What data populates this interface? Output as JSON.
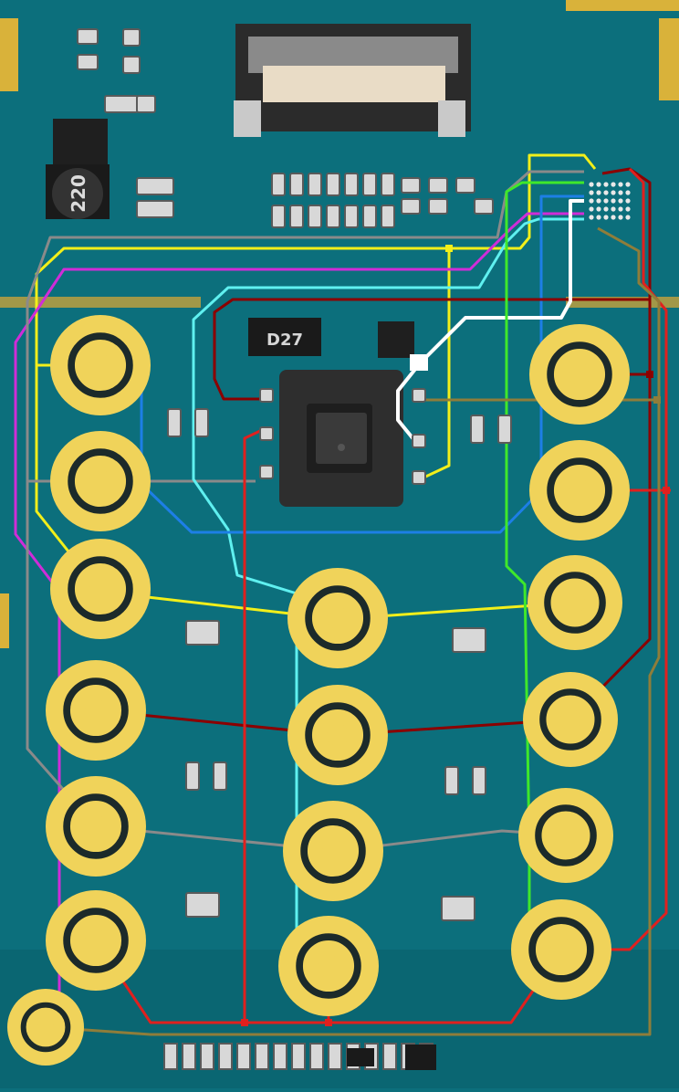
{
  "image": {
    "subject": "keypad-pcb-with-trace-overlay",
    "markings": {
      "inductor": "220",
      "ic": "D27"
    }
  },
  "colors": {
    "board": "#0c6f7c",
    "board_dark": "#0a5e69",
    "pad": "#f0d35a",
    "pad_ring": "#1c2a2a",
    "trace_yellow": "#f2ef1a",
    "trace_magenta": "#d02cd8",
    "trace_gray": "#8a8a8a",
    "trace_cyan": "#5ff0f0",
    "trace_blue": "#1d7fe6",
    "trace_dark_red": "#8b0000",
    "trace_red": "#e0201e",
    "trace_white": "#ffffff",
    "trace_green": "#3fe82a",
    "trace_olive": "#8f7d3a"
  }
}
